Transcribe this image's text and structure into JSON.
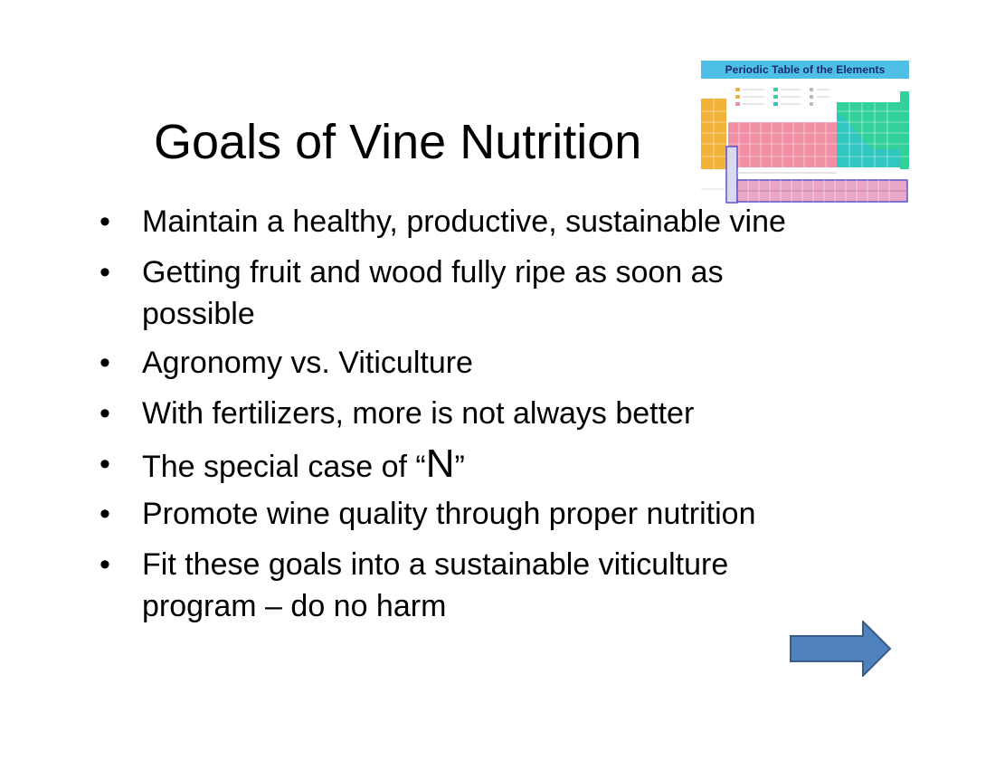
{
  "slide": {
    "title": "Goals of Vine Nutrition",
    "bullets": [
      {
        "text": "Maintain a healthy, productive, sustainable vine"
      },
      {
        "text": "Getting fruit and wood fully ripe as soon as",
        "text2": "possible"
      },
      {
        "text": "Agronomy vs. Viticulture"
      },
      {
        "text": "With fertilizers, more is not always better"
      },
      {
        "prefix": "The special case of “",
        "emph": "N",
        "suffix": "”"
      },
      {
        "text": "Promote wine quality through proper nutrition"
      },
      {
        "text": "Fit these goals into a sustainable viticulture",
        "text2": "program – do no harm"
      }
    ],
    "bullet_symbol": "•"
  },
  "periodic_table_image": {
    "caption": "Periodic Table of the Elements",
    "colors": {
      "header": "#4ec0e8",
      "alkali": "#f3b23a",
      "transition": "#f08fa3",
      "nonmetal": "#33d19a",
      "noble": "#2fc7c0",
      "lanthanide": "#e9a6c7",
      "frame": "#5a55c8"
    }
  },
  "next_arrow": {
    "icon": "right-arrow-icon",
    "fill": "#4f81bd",
    "stroke": "#385d8a"
  }
}
